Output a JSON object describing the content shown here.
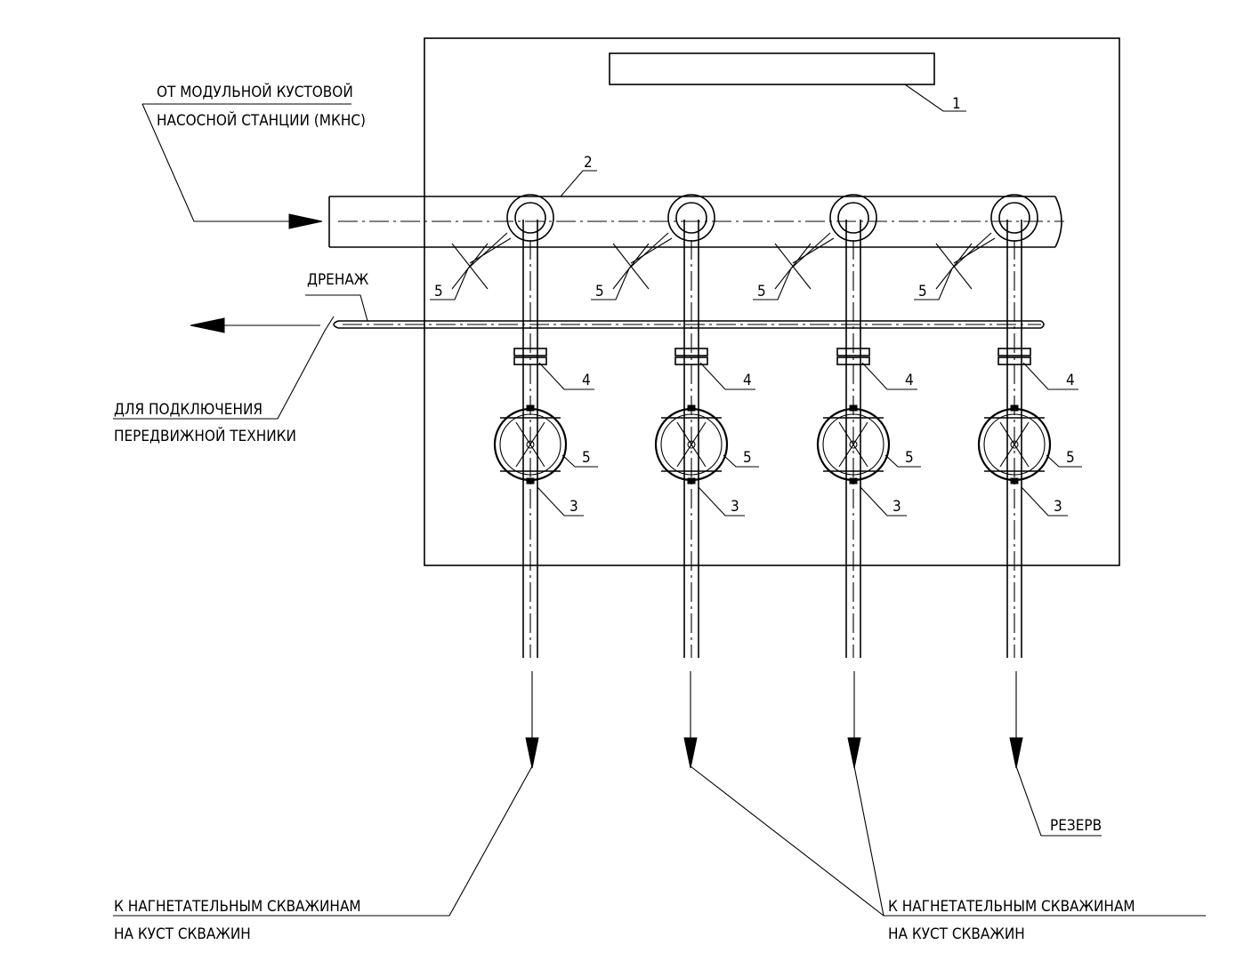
{
  "labels": {
    "supply_line1": "ОТ МОДУЛЬНОЙ КУСТОВОЙ",
    "supply_line2": "НАСОСНОЙ СТАНЦИИ (МКНС)",
    "drain": "ДРЕНАЖ",
    "mobile_line1": "ДЛЯ ПОДКЛЮЧЕНИЯ",
    "mobile_line2": "ПЕРЕДВИЖНОЙ ТЕХНИКИ",
    "reserve": "РЕЗЕРВ",
    "wells_left_line1": "К НАГНЕТАТЕЛЬНЫМ СКВАЖИНАМ",
    "wells_left_line2": "НА КУСТ СКВАЖИН",
    "wells_right_line1": "К НАГНЕТАТЕЛЬНЫМ СКВАЖИНАМ",
    "wells_right_line2": "НА КУСТ СКВАЖИН"
  },
  "callouts": {
    "item_1": "1",
    "item_2": "2",
    "item_3": "3",
    "item_4": "4",
    "item_5": "5"
  },
  "branches_count_note": "4"
}
